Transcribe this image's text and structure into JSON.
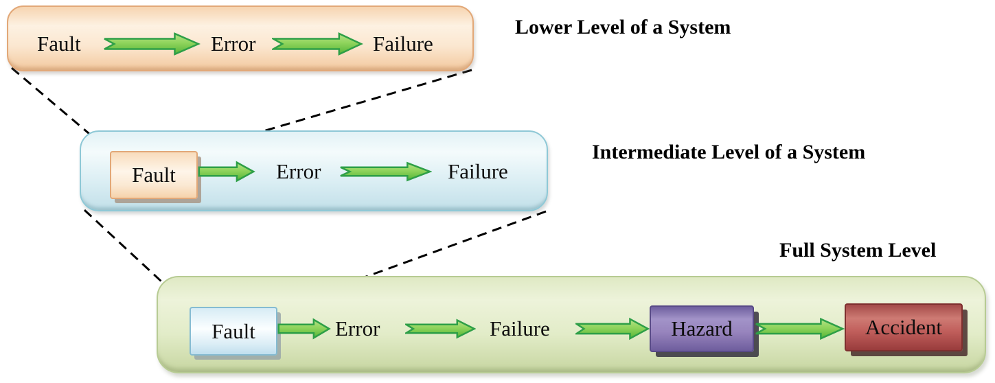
{
  "figure": {
    "description": "Fault propagation across system levels"
  },
  "levels": [
    {
      "title": "Lower Level of a System",
      "nodes": {
        "fault": "Fault",
        "error": "Error",
        "failure": "Failure"
      }
    },
    {
      "title": "Intermediate Level of a System",
      "nodes": {
        "fault": "Fault",
        "error": "Error",
        "failure": "Failure"
      }
    },
    {
      "title": "Full System Level",
      "nodes": {
        "fault": "Fault",
        "error": "Error",
        "failure": "Failure",
        "hazard": "Hazard",
        "accident": "Accident"
      }
    }
  ],
  "colors": {
    "canvas-bg": "#ffffff",
    "connector-line": "#000000",
    "arrow-stroke": "#2e9f47",
    "arrow-fill-light": "#b5e287",
    "arrow-fill-mid": "#8fd45c",
    "arrow-fill-dark": "#55b437",
    "peach-border": "#e2a878",
    "blue-border": "#8ec8d6",
    "green-border": "#b7cb93",
    "fault-blue-border": "#85bbd2",
    "purple-border": "#584a87",
    "red-border": "#7e2f2f"
  }
}
